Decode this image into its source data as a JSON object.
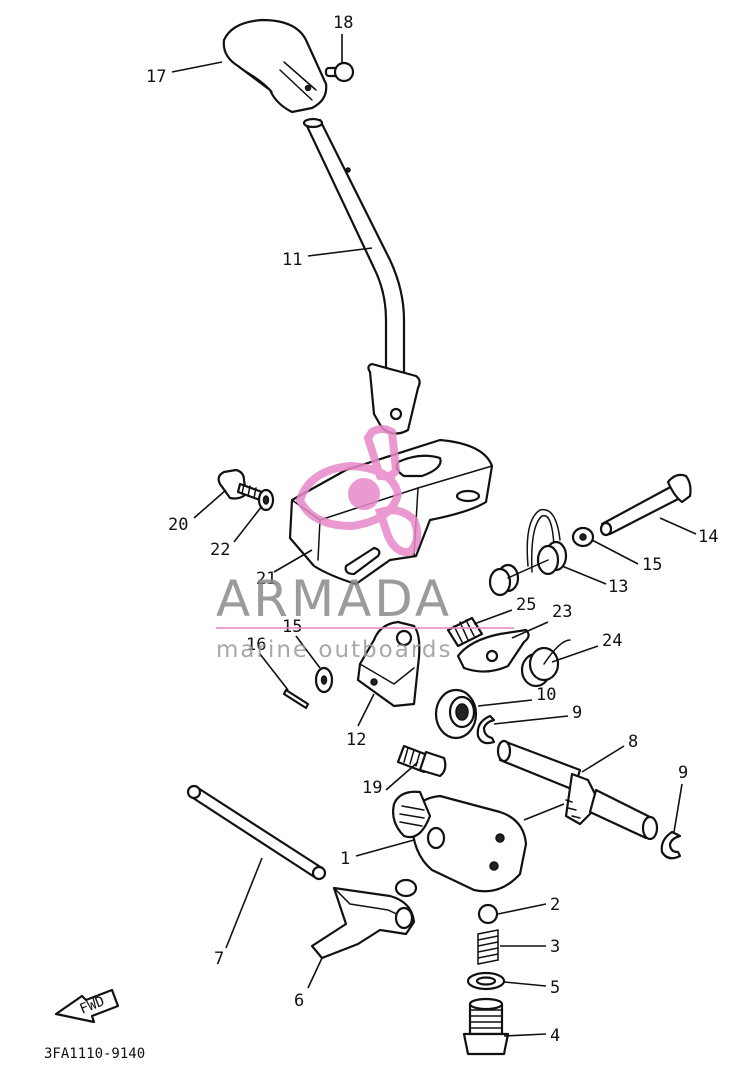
{
  "callouts": [
    {
      "label": "18"
    },
    {
      "label": "17"
    },
    {
      "label": "11"
    },
    {
      "label": "20"
    },
    {
      "label": "22"
    },
    {
      "label": "21"
    },
    {
      "label": "14"
    },
    {
      "label": "15"
    },
    {
      "label": "13"
    },
    {
      "label": "25"
    },
    {
      "label": "23"
    },
    {
      "label": "15"
    },
    {
      "label": "16"
    },
    {
      "label": "24"
    },
    {
      "label": "10"
    },
    {
      "label": "9"
    },
    {
      "label": "12"
    },
    {
      "label": "8"
    },
    {
      "label": "9"
    },
    {
      "label": "19"
    },
    {
      "label": "1"
    },
    {
      "label": "2"
    },
    {
      "label": "3"
    },
    {
      "label": "7"
    },
    {
      "label": "5"
    },
    {
      "label": "6"
    },
    {
      "label": "4"
    }
  ],
  "direction_label": "FWD",
  "diagram_code": "3FA1110-9140",
  "watermark": {
    "brand": "ARMADA",
    "tagline": "marine outboards",
    "accent_color": "#e889c9"
  }
}
